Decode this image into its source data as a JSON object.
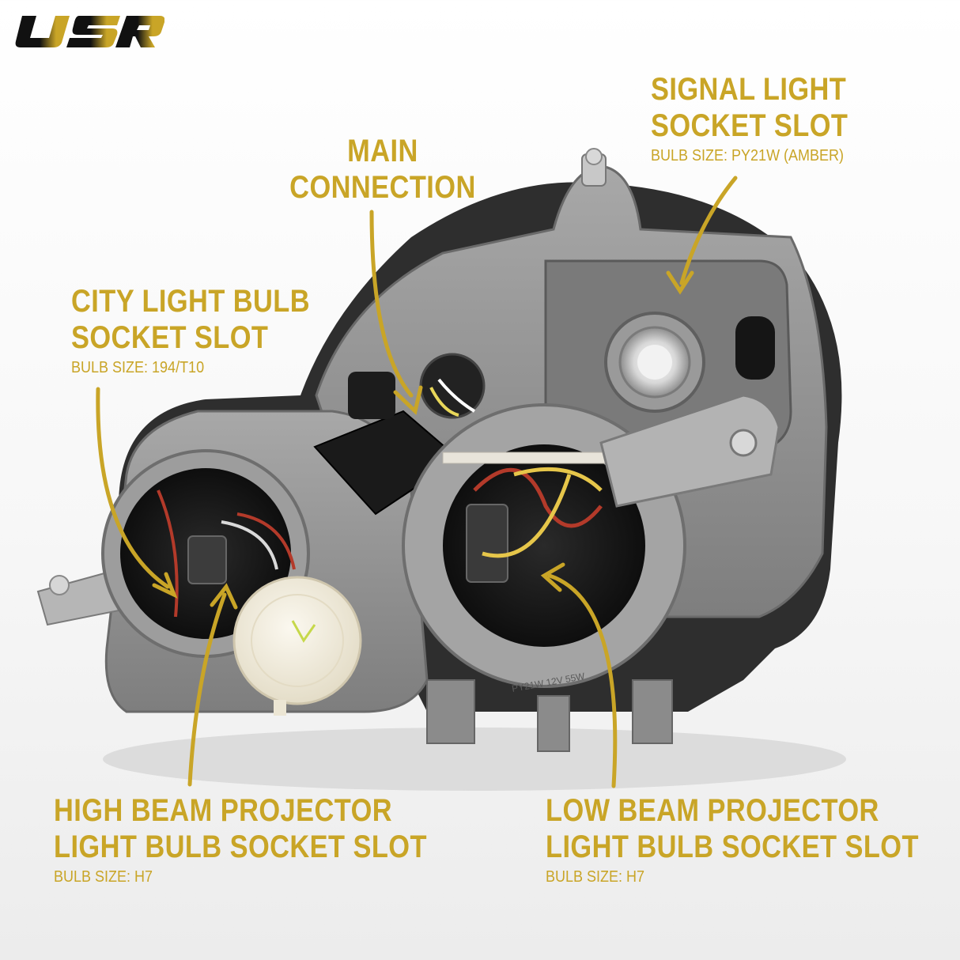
{
  "brand": {
    "logo_text": "USR"
  },
  "colors": {
    "accent": "#c9a527",
    "housing": "#8e8e8e",
    "housing_dark": "#5a5a5a",
    "cap": "#f4efe2"
  },
  "callouts": {
    "signal": {
      "line1": "SIGNAL LIGHT",
      "line2": "SOCKET SLOT",
      "sub": "BULB SIZE: PY21W (AMBER)"
    },
    "main": {
      "line1": "MAIN",
      "line2": "CONNECTION"
    },
    "city": {
      "line1": "CITY LIGHT BULB",
      "line2": "SOCKET SLOT",
      "sub": "BULB SIZE: 194/T10"
    },
    "high": {
      "line1": "HIGH BEAM PROJECTOR",
      "line2": "LIGHT BULB SOCKET SLOT",
      "sub": "BULB SIZE: H7"
    },
    "low": {
      "line1": "LOW BEAM PROJECTOR",
      "line2": "LIGHT BULB SOCKET SLOT",
      "sub": "BULB SIZE: H7"
    }
  },
  "housing_marking": "PY21W 12V 55W"
}
